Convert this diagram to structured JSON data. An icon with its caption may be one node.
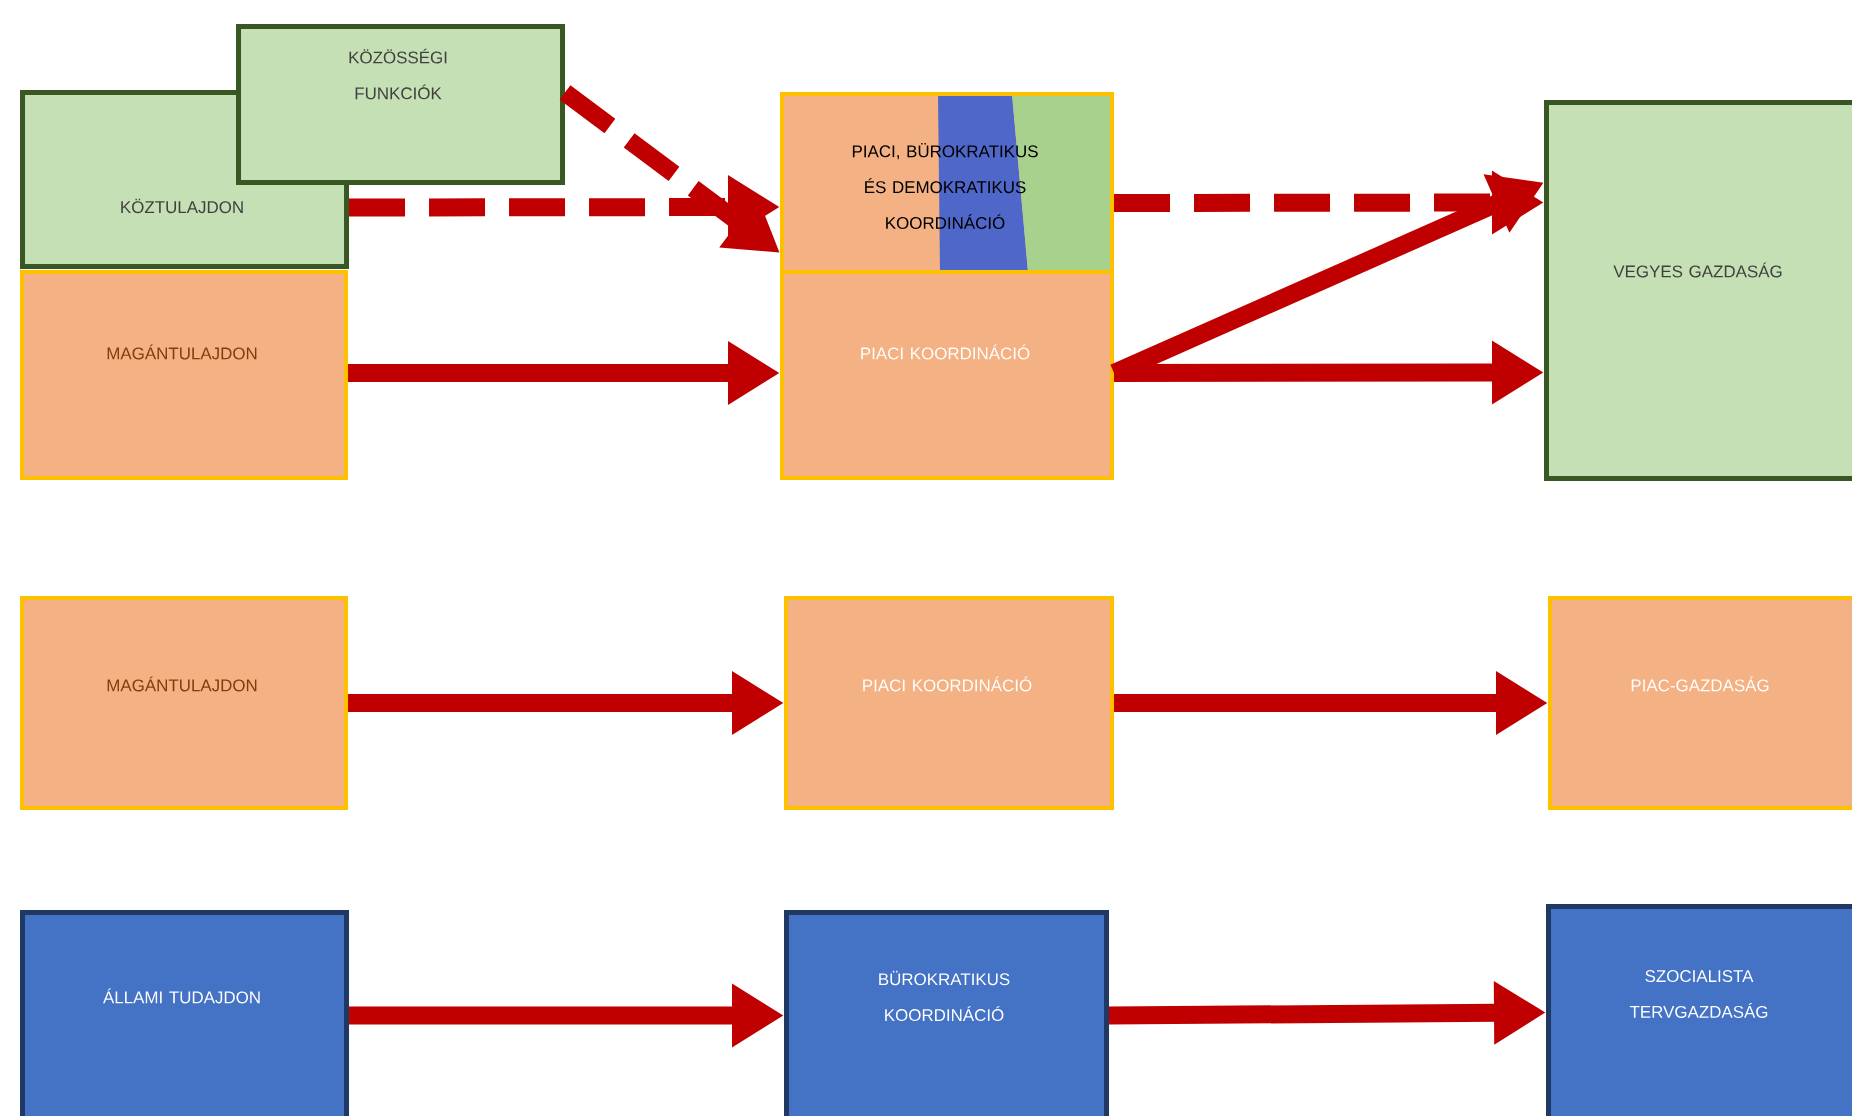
{
  "diagram": {
    "nodes": [
      {
        "text": [
          "KÖZTULAJDON"
        ]
      },
      {
        "text": [
          "KÖZÖSSÉGI FUNKCIÓK"
        ]
      },
      {
        "text": [
          "MAGÁNTULAJDON"
        ]
      },
      {
        "text": [
          "PIACI, BÜROKRATIKUS ÉS DEMOKRATIKUS KOORDINÁCIÓ"
        ]
      },
      {
        "text": [
          "PIACI KOORDINÁCIÓ"
        ]
      },
      {
        "text": [
          "VEGYES GAZDASÁG"
        ]
      },
      {
        "text": [
          "MAGÁNTULAJDON"
        ]
      },
      {
        "text": [
          "PIACI KOORDINÁCIÓ"
        ]
      },
      {
        "text": [
          "PIAC-GAZDASÁG"
        ]
      },
      {
        "text": [
          "ÁLLAMI TUDAJDON"
        ]
      },
      {
        "text": [
          "BÜROKRATIKUS KOORDINÁCIÓ"
        ]
      },
      {
        "text": [
          "SZOCIALISTA TERVGAZDASÁG"
        ]
      }
    ],
    "edges": [
      {
        "from": 1,
        "to": 3,
        "arrow": "to",
        "style": "dashed"
      },
      {
        "from": 0,
        "to": 3,
        "arrow": "to",
        "style": "dashed"
      },
      {
        "from": 2,
        "to": 4,
        "arrow": "to"
      },
      {
        "from": 3,
        "to": 5,
        "arrow": "to",
        "style": "dashed"
      },
      {
        "from": 4,
        "to": 5,
        "arrow": "to"
      },
      {
        "from": 4,
        "to": 5,
        "arrow": "to"
      },
      {
        "from": 6,
        "to": 7,
        "arrow": "to"
      },
      {
        "from": 7,
        "to": 8,
        "arrow": "to"
      },
      {
        "from": 9,
        "to": 10,
        "arrow": "to"
      },
      {
        "from": 10,
        "to": 11,
        "arrow": "to"
      }
    ]
  }
}
